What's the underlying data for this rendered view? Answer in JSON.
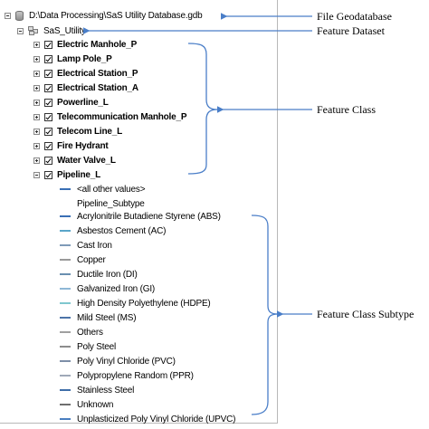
{
  "root": {
    "label": "D:\\Data Processing\\SaS Utility Database.gdb",
    "icon": "geodatabase-icon"
  },
  "dataset": {
    "label": "SaS_Utility",
    "icon": "feature-dataset-icon"
  },
  "feature_classes": [
    {
      "label": "Electric Manhole_P",
      "expanded": false,
      "checked": true
    },
    {
      "label": "Lamp Pole_P",
      "expanded": false,
      "checked": true
    },
    {
      "label": "Electrical Station_P",
      "expanded": false,
      "checked": true
    },
    {
      "label": "Electrical Station_A",
      "expanded": false,
      "checked": true
    },
    {
      "label": "Powerline_L",
      "expanded": false,
      "checked": true
    },
    {
      "label": "Telecommunication Manhole_P",
      "expanded": false,
      "checked": true
    },
    {
      "label": "Telecom Line_L",
      "expanded": false,
      "checked": true
    },
    {
      "label": "Fire Hydrant",
      "expanded": false,
      "checked": true
    },
    {
      "label": "Water Valve_L",
      "expanded": false,
      "checked": true
    },
    {
      "label": "Pipeline_L",
      "expanded": true,
      "checked": true
    }
  ],
  "pipeline_children": {
    "all_other_values": "<all other values>",
    "subtype_field": "Pipeline_Subtype",
    "subtypes": [
      {
        "label": "Acrylonitrile Butadiene Styrene (ABS)",
        "color": "#3a6fb5"
      },
      {
        "label": "Asbestos Cement (AC)",
        "color": "#5aa6c9"
      },
      {
        "label": "Cast Iron",
        "color": "#7f9bb8"
      },
      {
        "label": "Copper",
        "color": "#9a9a9a"
      },
      {
        "label": "Ductile Iron (DI)",
        "color": "#6a8fb0"
      },
      {
        "label": "Galvanized Iron (GI)",
        "color": "#8fb8d6"
      },
      {
        "label": "High Density Polyethylene (HDPE)",
        "color": "#7fc7cf"
      },
      {
        "label": "Mild Steel (MS)",
        "color": "#4d74a8"
      },
      {
        "label": "Others",
        "color": "#a0a0a0"
      },
      {
        "label": "Poly Steel",
        "color": "#8c8c8c"
      },
      {
        "label": "Poly Vinyl Chloride (PVC)",
        "color": "#7d8fa8"
      },
      {
        "label": "Polypropylene Random (PPR)",
        "color": "#9fa9b8"
      },
      {
        "label": "Stainless Steel",
        "color": "#3f6ea8"
      },
      {
        "label": "Unknown",
        "color": "#6e6e6e"
      },
      {
        "label": "Unplasticized Poly Vinyl Chloride (UPVC)",
        "color": "#4a7fc0"
      }
    ]
  },
  "annotations": {
    "file_geodatabase": "File Geodatabase",
    "feature_dataset": "Feature Dataset",
    "feature_class": "Feature Class",
    "feature_class_subtype": "Feature Class Subtype"
  },
  "colors": {
    "annotation_line": "#4a7ec8",
    "other_values_symbol": "#3a6fb5"
  }
}
